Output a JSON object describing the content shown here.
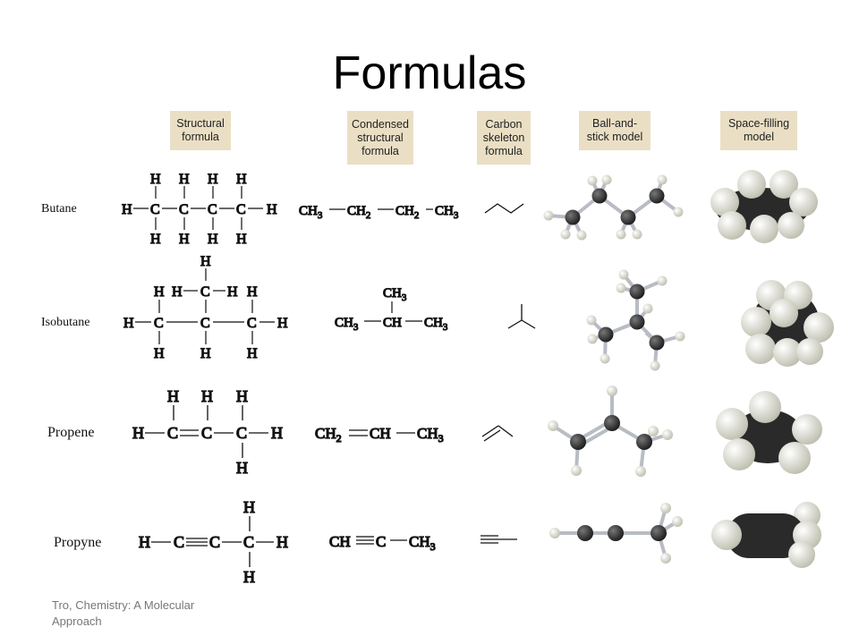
{
  "title": "Formulas",
  "columns": {
    "structural": "Structural formula",
    "condensed": "Condensed structural formula",
    "skeleton": "Carbon skeleton formula",
    "ball_stick": "Ball-and-stick model",
    "space_filling": "Space-filling model"
  },
  "rows": {
    "butane": {
      "name": "Butane",
      "structural": {
        "H": "H",
        "C": "C"
      },
      "condensed": {
        "a": "CH",
        "a_sub": "3",
        "b": "CH",
        "b_sub": "2",
        "c": "CH",
        "c_sub": "2",
        "d": "CH",
        "d_sub": "3"
      }
    },
    "isobutane": {
      "name": "Isobutane",
      "condensed": {
        "top": "CH",
        "top_sub": "3",
        "left": "CH",
        "left_sub": "3",
        "mid": "CH",
        "right": "CH",
        "right_sub": "3"
      }
    },
    "propene": {
      "name": "Propene",
      "condensed": {
        "a": "CH",
        "a_sub": "2",
        "b": "CH",
        "c": "CH",
        "c_sub": "3"
      }
    },
    "propyne": {
      "name": "Propyne",
      "condensed": {
        "a": "CH",
        "b": "C",
        "c": "CH",
        "c_sub": "3"
      }
    }
  },
  "atoms": {
    "H": "H",
    "C": "C"
  },
  "colors": {
    "header_bg": "#eadfc4",
    "carbon": "#2a2a2a",
    "hydrogen": "#e8e8dc",
    "footer": "#777777"
  },
  "footer": "Tro, Chemistry: A Molecular Approach"
}
